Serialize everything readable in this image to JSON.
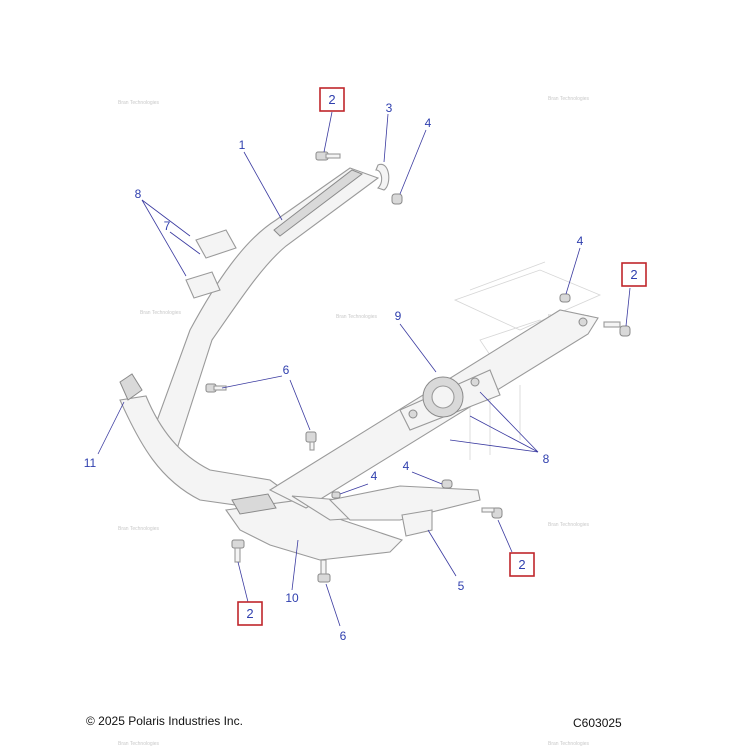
{
  "copyright": "© 2025 Polaris Industries Inc.",
  "diagram_code": "C603025",
  "watermark": "Bran Technologies",
  "callouts": {
    "c1": "1",
    "c2a": "2",
    "c2b": "2",
    "c2c": "2",
    "c2d": "2",
    "c3": "3",
    "c4a": "4",
    "c4b": "4",
    "c4c": "4",
    "c4d": "4",
    "c5": "5",
    "c6a": "6",
    "c6b": "6",
    "c7": "7",
    "c8a": "8",
    "c8b": "8",
    "c9": "9",
    "c10": "10",
    "c11": "11"
  },
  "colors": {
    "callout": "#2f3fae",
    "box_border": "#c0262b",
    "part_outline": "#9a9a9a"
  }
}
